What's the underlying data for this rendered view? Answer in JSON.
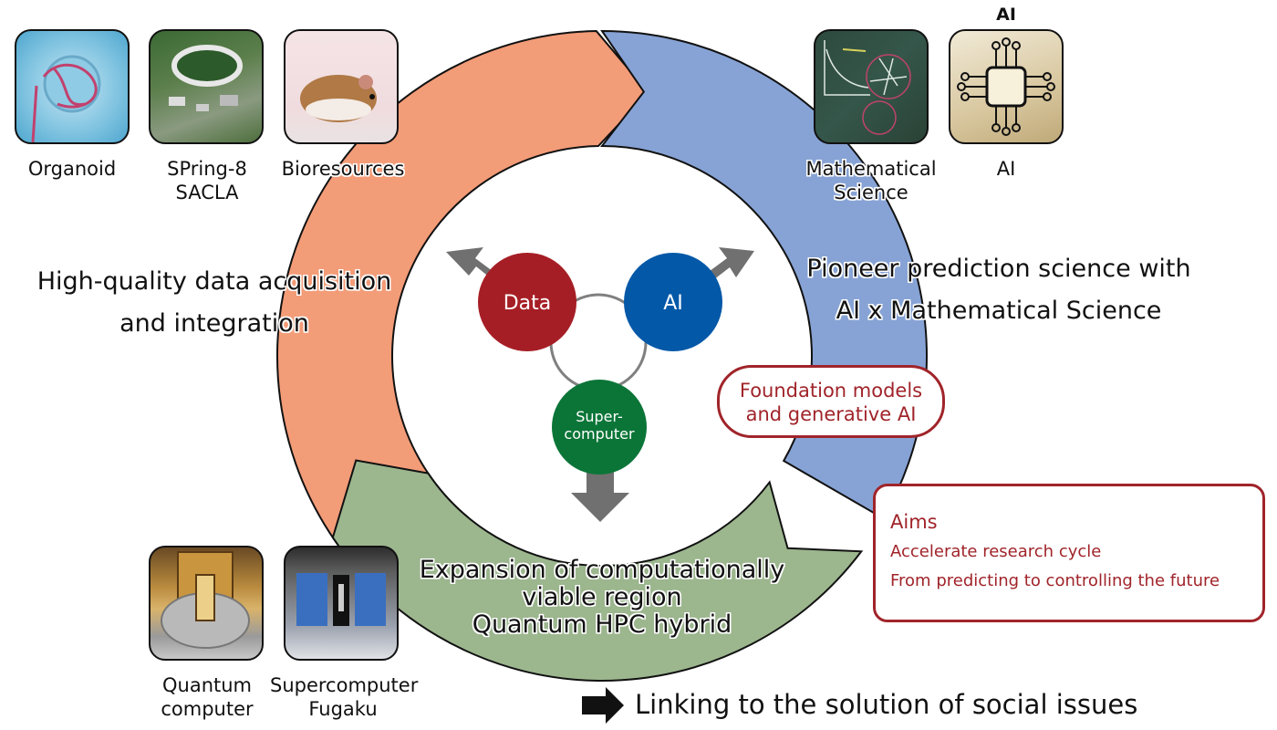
{
  "colors": {
    "orange_arrow": "#f39c78",
    "blue_arrow": "#87a3d5",
    "green_arrow": "#9cb68e",
    "data_node": "#a61e25",
    "ai_node": "#0358a8",
    "supercomputer_node": "#0b7538",
    "gray_arrow": "#707070",
    "accent_red": "#a0242a"
  },
  "top_left_resources": [
    {
      "icon": "organoid-image",
      "label": "Organoid"
    },
    {
      "icon": "synchrotron-facility-image",
      "label": "SPring-8\nSACLA"
    },
    {
      "icon": "mouse-image",
      "label": "Bioresources"
    }
  ],
  "top_right_resources": {
    "caption_above": "AI",
    "items": [
      {
        "icon": "blackboard-math-image",
        "label": "Mathematical\nScience"
      },
      {
        "icon": "ai-chip-icon",
        "label": "AI"
      }
    ]
  },
  "bottom_left_resources": [
    {
      "icon": "quantum-computer-image",
      "label": "Quantum\ncomputer"
    },
    {
      "icon": "supercomputer-racks-image",
      "label": "Supercomputer\nFugaku"
    }
  ],
  "cycle": {
    "left": {
      "text": "High-quality data acquisition\nand integration"
    },
    "right": {
      "text": "Pioneer prediction science with\nAI x Mathematical Science"
    },
    "bottom": {
      "text": "Expansion of computationally\nviable region\nQuantum HPC hybrid"
    }
  },
  "center_nodes": {
    "data": "Data",
    "ai": "AI",
    "supercomputer": "Super-\ncomputer"
  },
  "foundation_box": {
    "text": "Foundation models\nand generative AI"
  },
  "aims_box": {
    "title": "Aims",
    "items": [
      "Accelerate research cycle",
      "From predicting to controlling the future"
    ]
  },
  "footer": {
    "text": "Linking to the solution of social issues"
  }
}
